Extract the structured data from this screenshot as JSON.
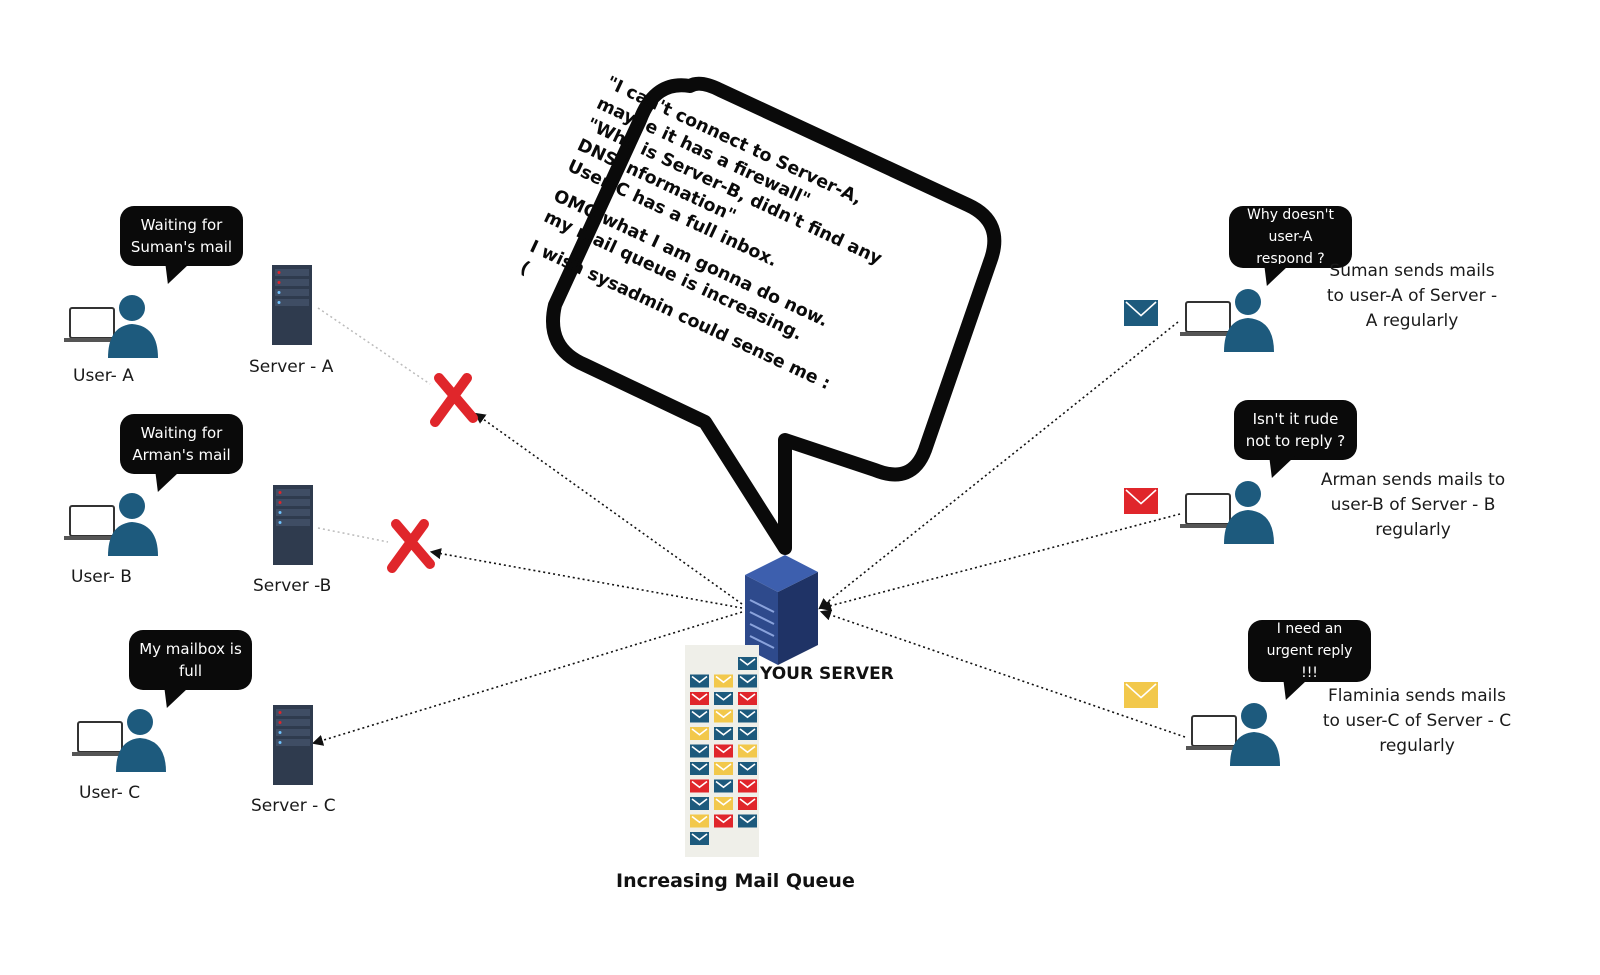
{
  "left_users": [
    {
      "label": "User- A",
      "bubble": "Waiting for Suman's mail",
      "server": "Server - A",
      "status": "blocked"
    },
    {
      "label": "User- B",
      "bubble": "Waiting for Arman's mail",
      "server": "Server -B",
      "status": "blocked"
    },
    {
      "label": "User- C",
      "bubble": "My mailbox is full",
      "server": "Server - C",
      "status": "full"
    }
  ],
  "right_senders": [
    {
      "bubble": "Why doesn't user-A respond ?",
      "description": "Suman sends mails to user-A of Server - A regularly",
      "mail_color": "#1d5a7d"
    },
    {
      "bubble": "Isn't it rude not to reply ?",
      "description": "Arman sends mails to user-B of Server - B regularly",
      "mail_color": "#e0262b"
    },
    {
      "bubble": "I need an urgent reply !!!",
      "description": "Flaminia sends mails to user-C of Server - C regularly",
      "mail_color": "#f2c84b"
    }
  ],
  "central_server": {
    "label": "YOUR SERVER",
    "color": "#2e4a8c"
  },
  "thought_bubble": [
    "\"I can't connect to Server-A,\nmaybe it has a firewall\"\n\"Who is Server-B, didn't find any\nDNS information\"\nUser-C has a full inbox.",
    "OMG what I am gonna  do now.\nmy mail queue is increasing.",
    "I wish sysadmin could sense me :("
  ],
  "mail_queue": {
    "label": "Increasing Mail Queue",
    "colors": [
      "#1d5a7d",
      "#f2c84b",
      "#e0262b"
    ]
  },
  "colors": {
    "person": "#1d5a7d",
    "failure_mark": "#e0262b",
    "server_rack": "#2f3b4e"
  }
}
